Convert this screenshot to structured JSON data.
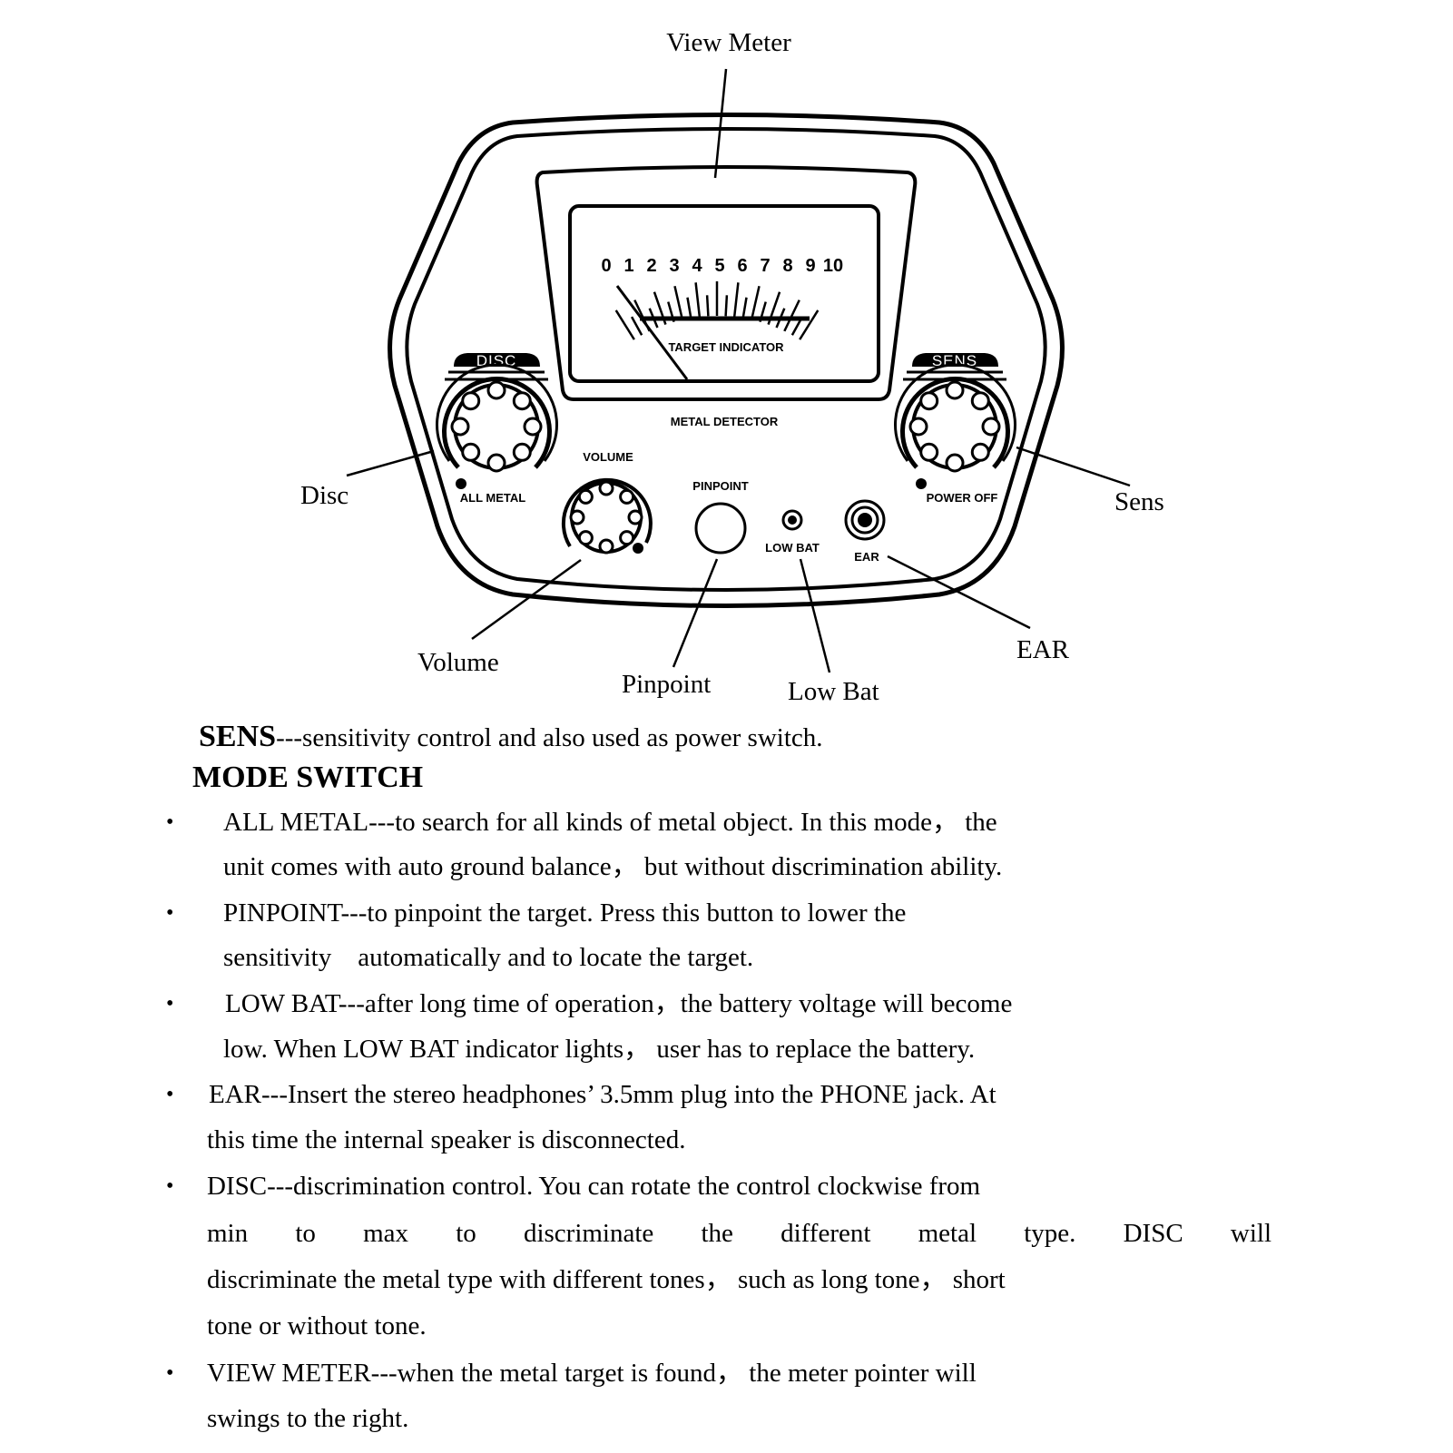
{
  "diagram": {
    "callouts": {
      "view_meter": "View Meter",
      "disc": "Disc",
      "sens": "Sens",
      "volume": "Volume",
      "pinpoint": "Pinpoint",
      "low_bat": "Low Bat",
      "ear": "EAR"
    },
    "panel": {
      "meter_scale": [
        "0",
        "1",
        "2",
        "3",
        "4",
        "5",
        "6",
        "7",
        "8",
        "9",
        "10"
      ],
      "target_indicator": "TARGET INDICATOR",
      "metal_detector": "METAL DETECTOR",
      "disc_knob": "DISC",
      "sens_knob": "SENS",
      "all_metal": "ALL METAL",
      "power_off": "POWER OFF",
      "volume": "VOLUME",
      "pinpoint": "PINPOINT",
      "low_bat": "LOW BAT",
      "ear": "EAR"
    }
  },
  "text": {
    "sens_term": "SENS",
    "sens_desc": "---sensitivity control and also used as power switch.",
    "mode_switch": "MODE SWITCH",
    "bullet": "•",
    "items": [
      {
        "lines": [
          "ALL METAL---to search for all kinds of metal object. In this mode， the",
          "unit comes with auto ground balance， but without discrimination ability."
        ]
      },
      {
        "lines": [
          "PINPOINT---to pinpoint the target. Press this button to lower the",
          "sensitivity    automatically and to locate the target."
        ]
      },
      {
        "lines": [
          "LOW BAT---after long time of operation，the battery voltage will become",
          "low. When LOW BAT indicator lights， user has to replace the battery."
        ]
      },
      {
        "lines": [
          "EAR---Insert the stereo headphones’ 3.5mm plug into the PHONE jack. At",
          "this time the internal speaker is disconnected."
        ]
      },
      {
        "lines": [
          "DISC---discrimination control. You can rotate the control clockwise from",
          "min to max to discriminate the different metal type. DISC will",
          "discriminate the metal type with different tones， such as long tone， short",
          "tone or without tone."
        ]
      },
      {
        "lines": [
          "VIEW METER---when the metal target is found， the meter pointer will",
          "swings to the right."
        ]
      }
    ]
  }
}
